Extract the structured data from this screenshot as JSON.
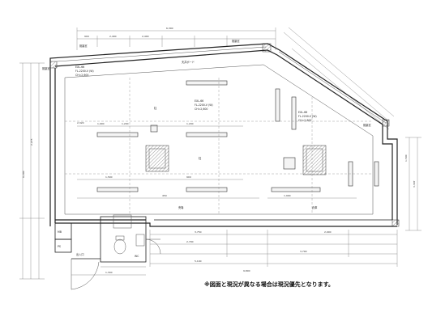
{
  "notice": "※図面と現況が異なる場合は現況優先となります。",
  "dims": {
    "top_overall": "6,300",
    "top_a": "900",
    "top_b": "2,400",
    "top_c": "2,400",
    "right_a": "3,307",
    "right_b": "1,500",
    "left_overall": "6,200",
    "left_a": "2,275",
    "bottom_a": "3,750",
    "bottom_b": "2,900",
    "bottom_c": "2,790",
    "bottom_d": "3,790",
    "bottom_e": "5,100",
    "bottom_f": "1,340",
    "bottom_overall": "9,800",
    "inner_a": "1,900",
    "inner_b": "1,200",
    "inner_c": "1,200",
    "inner_d": "1,500",
    "inner_e": "900",
    "inner_f": "450",
    "inner_g": "1,900",
    "inner_h": "2,320"
  },
  "labels": {
    "window_top_left": "既製窓",
    "window_top_right": "既製窓",
    "window_right": "既製窓",
    "window_left": "既製窓",
    "column_a": "柱",
    "column_b": "柱",
    "room_main": "売場",
    "room_sub": "倉庫",
    "toilet": "WC",
    "ps": "PS",
    "entrance": "出入口",
    "meter": "MB",
    "spec_a": "EXL-66",
    "spec_b": "FL-2200-V (W)",
    "spec_c": "天井ボード",
    "spec_d": "EXL-66",
    "spec_e": "FL-2200-V (W)",
    "spec_f": "EXL-66",
    "spec_g": "FL-2200-V (W)",
    "ceiling_h": "CH=2,600",
    "ceiling_h2": "CH=2,600",
    "ceiling_h3": "CH=2,600"
  }
}
